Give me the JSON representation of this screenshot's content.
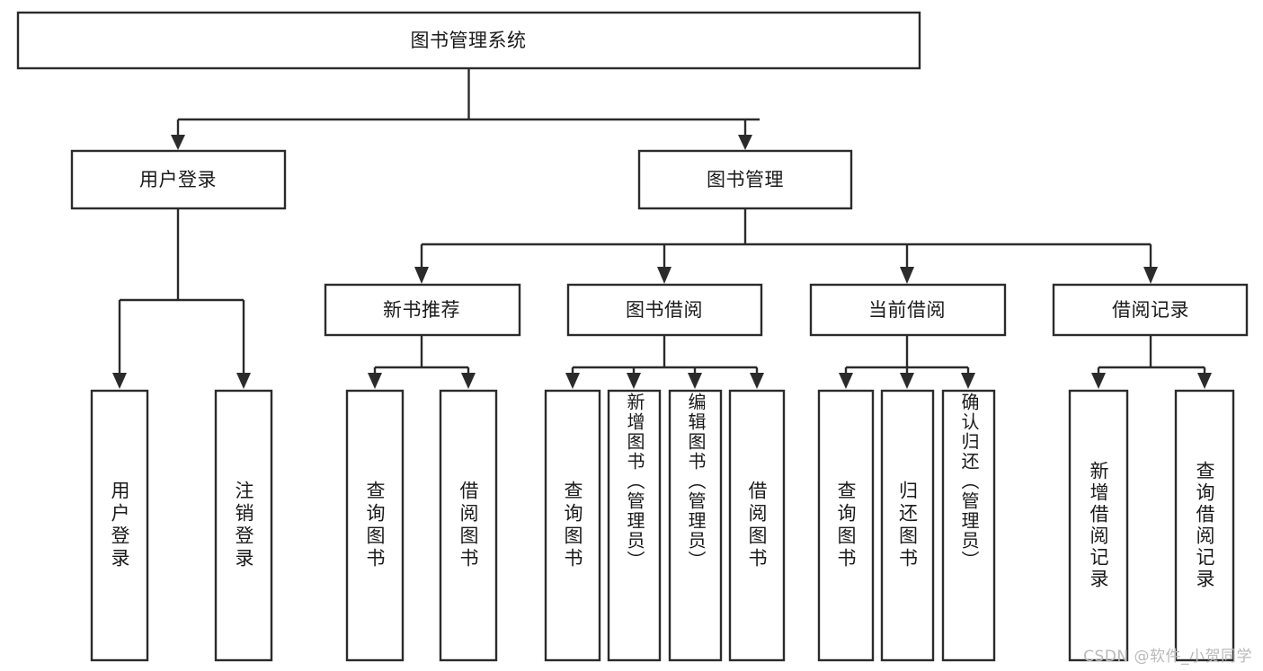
{
  "diagram": {
    "type": "tree-hierarchy-flowchart",
    "title": "图书管理系统",
    "orientation": "top-down",
    "background_color": "#ffffff",
    "box_fill": "#ffffff",
    "box_stroke": "#2b2b2b",
    "text_color": "#1a1a1a"
  },
  "nodes": {
    "root": {
      "label": "图书管理系统",
      "level": 1,
      "orientation": "horizontal"
    },
    "l2": [
      {
        "id": "user-login",
        "label": "用户登录",
        "level": 2,
        "orientation": "horizontal"
      },
      {
        "id": "book-manage",
        "label": "图书管理",
        "level": 2,
        "orientation": "horizontal"
      }
    ],
    "l3": [
      {
        "id": "new-book-recommend",
        "label": "新书推荐",
        "level": 3,
        "orientation": "horizontal",
        "parent": "book-manage"
      },
      {
        "id": "book-borrow",
        "label": "图书借阅",
        "level": 3,
        "orientation": "horizontal",
        "parent": "book-manage"
      },
      {
        "id": "current-borrow",
        "label": "当前借阅",
        "level": 3,
        "orientation": "horizontal",
        "parent": "book-manage"
      },
      {
        "id": "borrow-record",
        "label": "借阅记录",
        "level": 3,
        "orientation": "horizontal",
        "parent": "borrow-record-parent"
      }
    ],
    "leaves": [
      {
        "id": "leaf-user-login",
        "label": "用户登录",
        "orientation": "vertical",
        "parent": "user-login"
      },
      {
        "id": "leaf-logout",
        "label": "注销登录",
        "orientation": "vertical",
        "parent": "user-login"
      },
      {
        "id": "leaf-query-book-1",
        "label": "查询图书",
        "orientation": "vertical",
        "parent": "new-book-recommend"
      },
      {
        "id": "leaf-borrow-book-1",
        "label": "借阅图书",
        "orientation": "vertical",
        "parent": "new-book-recommend"
      },
      {
        "id": "leaf-query-book-2",
        "label": "查询图书",
        "orientation": "vertical",
        "parent": "book-borrow"
      },
      {
        "id": "leaf-add-book",
        "label": "新增图书（管理员）",
        "orientation": "vertical",
        "parent": "book-borrow"
      },
      {
        "id": "leaf-edit-book",
        "label": "编辑图书（管理员）",
        "orientation": "vertical",
        "parent": "book-borrow"
      },
      {
        "id": "leaf-borrow-book-2",
        "label": "借阅图书",
        "orientation": "vertical",
        "parent": "book-borrow"
      },
      {
        "id": "leaf-query-book-3",
        "label": "查询图书",
        "orientation": "vertical",
        "parent": "current-borrow"
      },
      {
        "id": "leaf-return-book",
        "label": "归还图书",
        "orientation": "vertical",
        "parent": "current-borrow"
      },
      {
        "id": "leaf-confirm-return",
        "label": "确认归还（管理员）",
        "orientation": "vertical",
        "parent": "current-borrow"
      },
      {
        "id": "leaf-add-record",
        "label": "新增借阅记录",
        "orientation": "vertical",
        "parent": "borrow-record"
      },
      {
        "id": "leaf-query-record",
        "label": "查询借阅记录",
        "orientation": "vertical",
        "parent": "borrow-record"
      }
    ]
  },
  "watermark": {
    "text": "CSDN @软件_小贺同学",
    "color": "#b9b9b9"
  }
}
